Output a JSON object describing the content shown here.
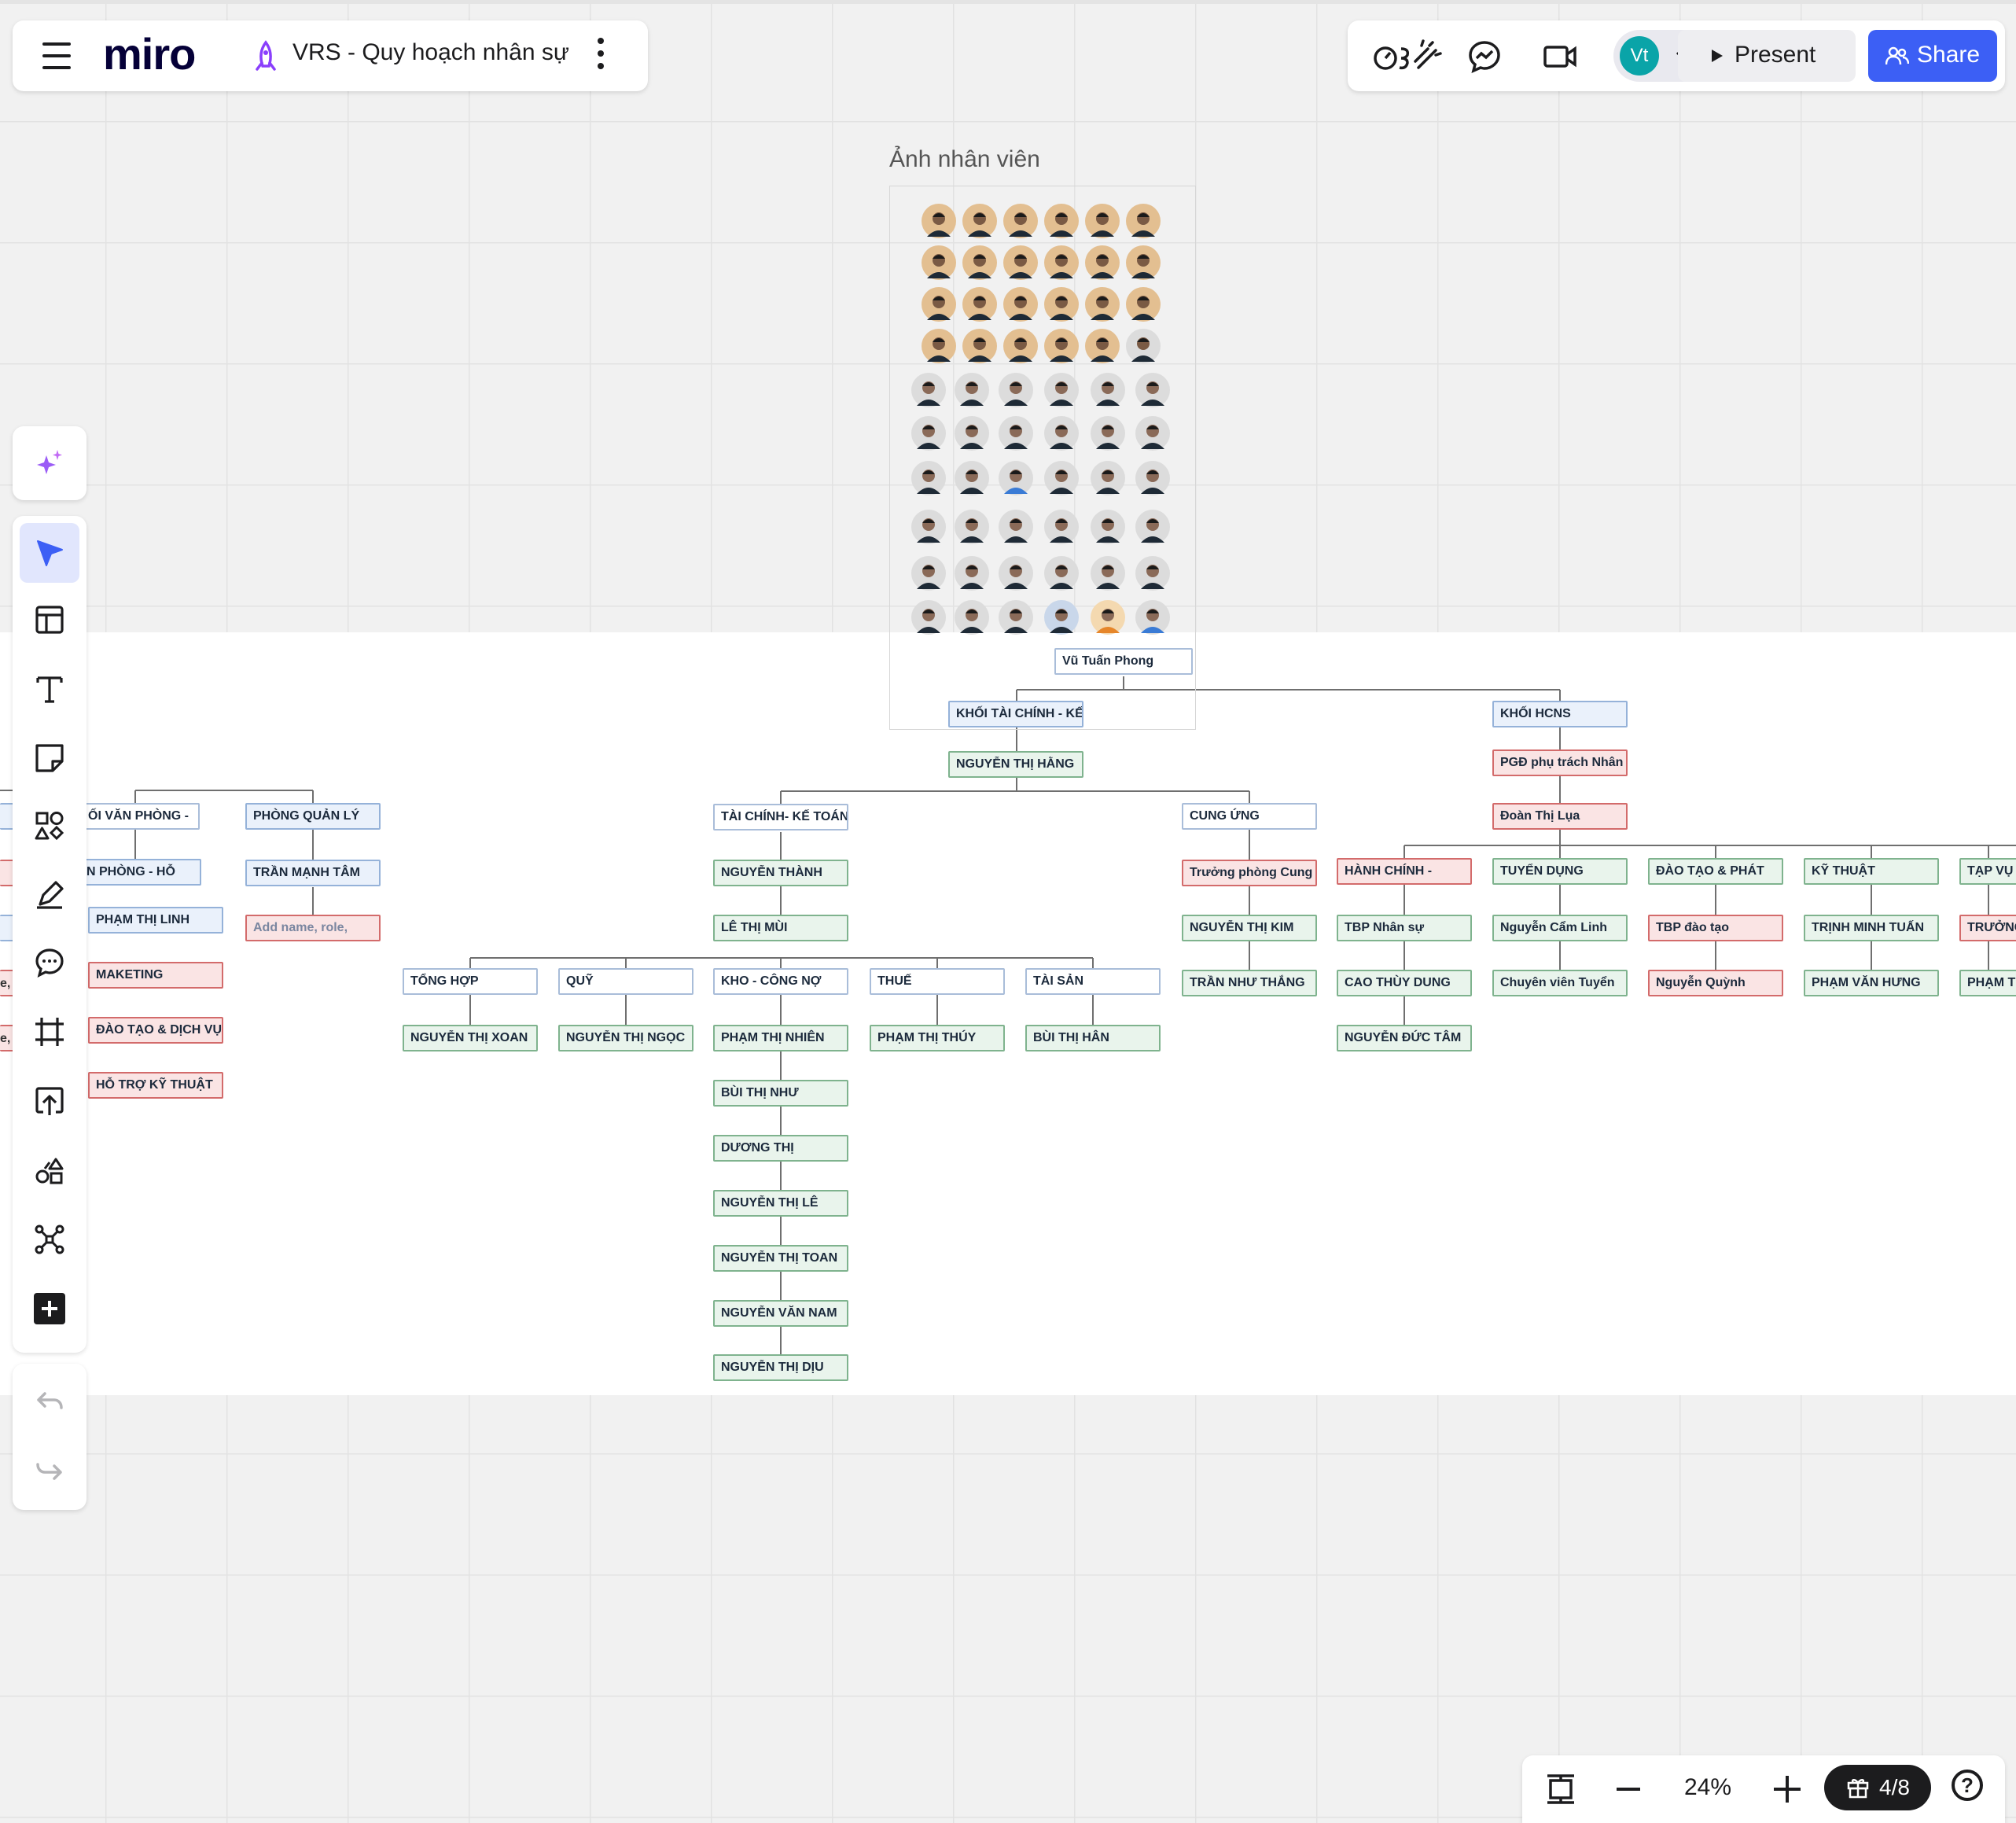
{
  "app": {
    "logo": "miro",
    "board_title": "VRS - Quy hoạch nhân sự",
    "user_initials": "Vt"
  },
  "toolbar": {
    "present_label": "Present",
    "share_label": "Share"
  },
  "left_tools": [
    "ai-sparkle-icon",
    "select-cursor-icon",
    "templates-icon",
    "text-icon",
    "sticky-note-icon",
    "shapes-icon",
    "pen-icon",
    "comment-icon",
    "frame-icon",
    "upload-icon",
    "diagram-icon",
    "mind-map-icon",
    "more-apps-icon",
    "undo-icon",
    "redo-icon"
  ],
  "zoom": {
    "level": "24%",
    "gift_count": "4/8",
    "help": "?"
  },
  "frame": {
    "title": "Ảnh nhân viên"
  },
  "left_edge_fragments": [
    "e,",
    "e,"
  ],
  "org": {
    "root": "Vũ Tuấn Phong",
    "finance": {
      "head": "KHỐI TÀI CHÍNH - KẾ",
      "lead": "NGUYỄN THỊ HẰNG",
      "accounting": {
        "title": "TÀI CHÍNH- KẾ TOÁN",
        "people": [
          "NGUYỄN THÀNH",
          "LÊ THỊ MÙI"
        ],
        "units": [
          {
            "name": "TỔNG HỢP",
            "people": [
              "NGUYỄN THỊ XOAN"
            ]
          },
          {
            "name": "QUỸ",
            "people": [
              "NGUYỄN THỊ NGỌC"
            ]
          },
          {
            "name": "KHO - CÔNG NỢ",
            "people": [
              "PHẠM THỊ NHIÊN",
              "BÙI THỊ NHƯ",
              "DƯƠNG THỊ",
              "NGUYỄN THỊ LÊ",
              "NGUYỄN THỊ TOAN",
              "NGUYỄN VĂN NAM",
              "NGUYỄN THỊ DỊU"
            ]
          },
          {
            "name": "THUẾ",
            "people": [
              "PHẠM THỊ THÚY"
            ]
          },
          {
            "name": "TÀI SẢN",
            "people": [
              "BÙI THỊ HÂN"
            ]
          }
        ]
      },
      "supply": {
        "title": "CUNG ỨNG",
        "people": [
          "Trưởng phòng Cung",
          "NGUYỄN THỊ KIM",
          "TRẦN NHƯ THẮNG"
        ]
      }
    },
    "hcns": {
      "head": "KHỐI HCNS",
      "deputy": "PGĐ phụ trách Nhân",
      "deputy_name": "Đoàn Thị Lụa",
      "units": [
        {
          "name": "HÀNH CHÍNH -",
          "people": [
            "TBP Nhân sự",
            "CAO THÙY DUNG",
            "NGUYỄN ĐỨC TÂM"
          ]
        },
        {
          "name": "TUYỂN DỤNG",
          "people": [
            "Nguyễn Cẩm Linh",
            "Chuyên viên Tuyển"
          ]
        },
        {
          "name": "ĐÀO TẠO & PHÁT",
          "people": [
            "TBP đào tạo",
            "Nguyễn Quỳnh"
          ]
        },
        {
          "name": "KỸ THUẬT",
          "people": [
            "TRỊNH MINH TUẤN",
            "PHẠM VĂN HƯNG"
          ]
        },
        {
          "name": "TẠP VỤ",
          "people": [
            "TRƯỞNG",
            "PHẠM TI"
          ]
        }
      ]
    },
    "office": {
      "head": "ỐI VĂN PHÒNG -",
      "sub": "N PHÒNG - HỖ",
      "people": [
        "PHẠM THỊ LINH"
      ],
      "units": [
        "MAKETING",
        "ĐÀO TẠO & DỊCH VỤ",
        "HỖ TRỢ KỸ THUẬT"
      ]
    },
    "management": {
      "title": "PHÒNG QUẢN LÝ",
      "people": [
        "TRẦN MẠNH TÂM"
      ],
      "placeholder": "Add name, role,"
    }
  },
  "colors": {
    "accent": "#3c5ff5",
    "green_node": "#e9f4ec",
    "pink_node": "#fae4e4",
    "blue_node": "#eaf1fb",
    "avatar": "#0aa4a8"
  }
}
